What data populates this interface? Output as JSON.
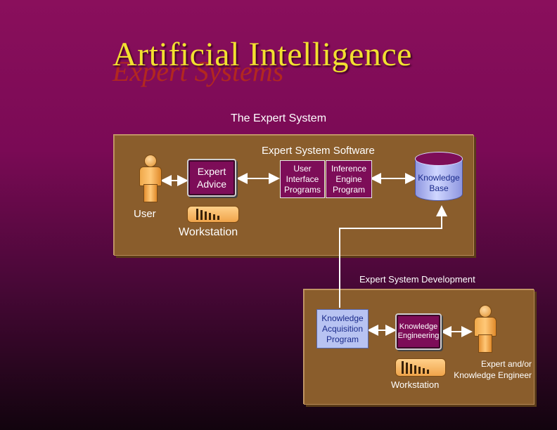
{
  "title": "Artificial Intelligence",
  "subtitle": "Expert Systems",
  "heading": "The Expert System",
  "top_panel": {
    "label": "Expert System Software",
    "user_label": "User",
    "workstation_label": "Workstation",
    "monitor_text": "Expert Advice",
    "ui_program": "User Interface Programs",
    "inference_engine": "Inference Engine Program",
    "knowledge_base": "Knowledge Base"
  },
  "bottom_panel": {
    "label": "Expert System Development",
    "acquisition_program": "Knowledge Acquisition Program",
    "monitor_text": "Knowledge Engineering",
    "expert_label": "Expert and/or Knowledge Engineer",
    "workstation_label": "Workstation"
  },
  "colors": {
    "background": "#8a0f5c",
    "panel": "#8a5d2c",
    "title": "#f2e030",
    "subtitle": "#b52a1c",
    "box": "#7d0d58",
    "blue_box": "#b8c3f2"
  },
  "icons": [
    "person-icon",
    "monitor-icon",
    "keyboard-icon",
    "database-cylinder-icon"
  ]
}
